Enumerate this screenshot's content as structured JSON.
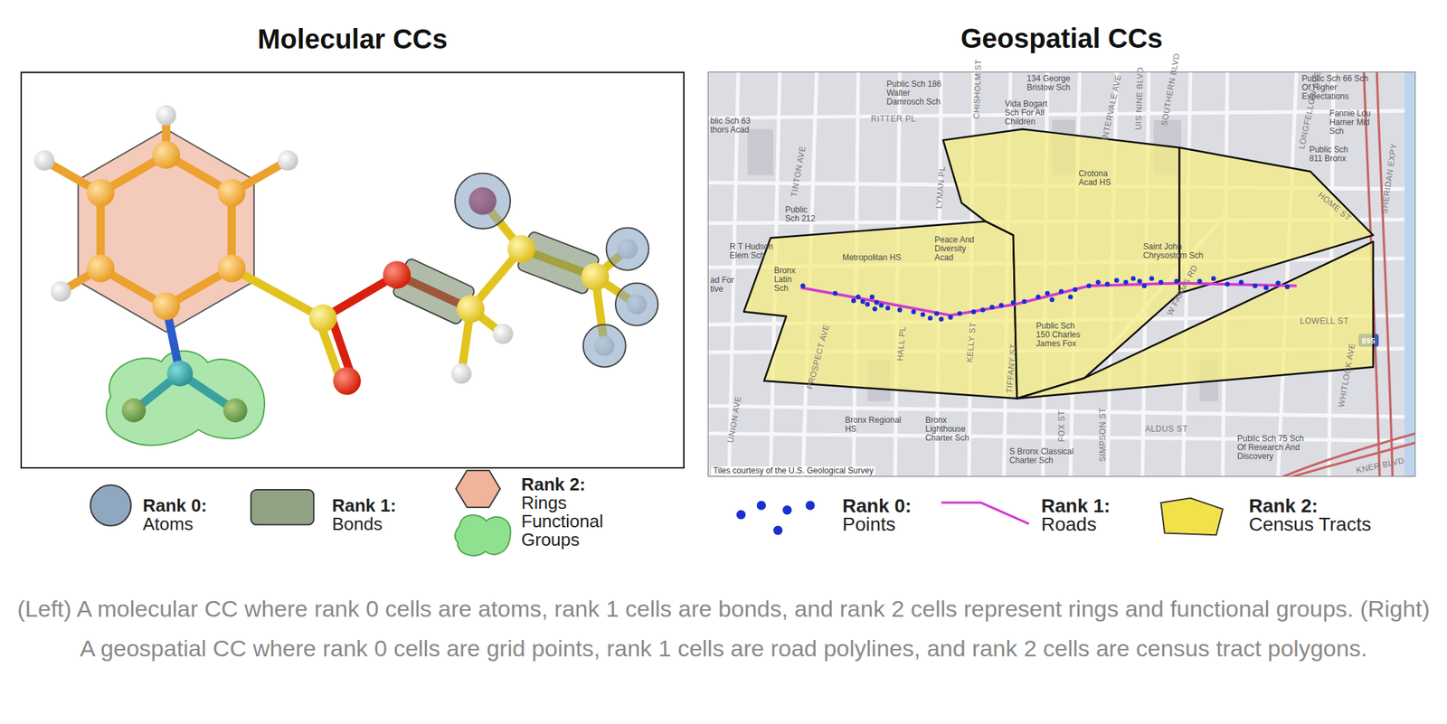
{
  "diagram": {
    "caption": "(Left) A molecular CC where rank 0 cells are atoms, rank 1 cells are bonds, and rank 2 cells represent rings and functional groups. (Right) A geospatial CC where rank 0 cells are grid points, rank 1 cells are road polylines, and rank 2 cells are census tract polygons.",
    "nodes": [
      {
        "text": [
          "Molecular CCs"
        ]
      },
      {
        "text": [
          "Geospatial CCs"
        ]
      }
    ],
    "labels": [
      "Public Sch 186 Walter Damrosch Sch",
      "134 George Bristow Sch",
      "Vida Bogart Sch For All Children",
      "blic Sch 63 thors Acad",
      "RITTER PL",
      "CHISHOLM ST",
      "INTERVALE AVE",
      "UIS NINE BLVD",
      "SOUTHERN BLVD",
      "Public Sch 66 Sch Of Higher Expectations",
      "Fannie Lou Hamer Mid Sch",
      "Public Sch 811 Bronx",
      "LONGFELLOW AVE",
      "SHERIDAN EXPY",
      "TINTON AVE",
      "Crotona Acad HS",
      "Public Sch 212",
      "LYMAN PL",
      "R T Hudson Elem Sch",
      "Peace And Diversity Acad",
      "Metropolitan HS",
      "Saint John Chrysostom Sch",
      "HOME ST",
      "Bronx Latin Sch",
      "ad For tive",
      "W FARMS RD",
      "LOWELL ST",
      "PROSPECT AVE",
      "HALL PL",
      "KELLY ST",
      "TIFFANY ST",
      "Public Sch 150 Charles James Fox",
      "WHITLOCK AVE",
      "UNION AVE",
      "Bronx Regional HS",
      "Bronx Lighthouse Charter Sch",
      "FOX ST",
      "SIMPSON ST",
      "ALDUS ST",
      "S Bronx Classical Charter Sch",
      "Public Sch 75 Sch Of Research And Discovery",
      "Tiles courtesy of the U.S. Geological Survey",
      "895",
      "KNER BLVD"
    ],
    "legend": [
      {
        "text": "Rank 0: Atoms"
      },
      {
        "text": "Rank 1: Bonds"
      },
      {
        "text": "Rank 2: Rings Functional Groups"
      },
      {
        "text": "Rank 0: Points"
      },
      {
        "text": "Rank 1: Roads"
      },
      {
        "text": "Rank 2: Census Tracts"
      }
    ]
  }
}
